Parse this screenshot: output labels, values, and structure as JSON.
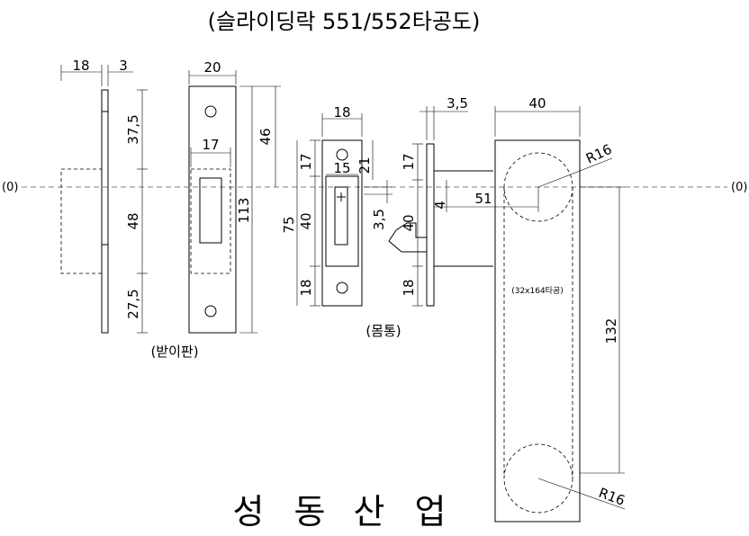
{
  "title": "(슬라이딩락 551/552타공도)",
  "company": [
    "성",
    "동",
    "산",
    "업"
  ],
  "center_label": "(0)",
  "captions": {
    "strike_plate": "(받이판)",
    "mortise_body": "(몸통)",
    "cutout": "(32x164타공)"
  },
  "dims": {
    "strike_side_width": "18",
    "strike_side_thick": "3",
    "strike_side_top": "37,5",
    "strike_side_mid": "48",
    "strike_side_bottom": "27,5",
    "strike_front_width": "20",
    "strike_front_opening": "17",
    "strike_front_upper": "46",
    "strike_front_total": "113",
    "body_width": "18",
    "body_inner": "15",
    "body_upper": "17",
    "body_upper2": "21",
    "body_height": "40",
    "body_total": "75",
    "body_bottom": "18",
    "body_offset": "3,5",
    "hook_upper": "17",
    "hook_height": "40",
    "hook_bottom": "18",
    "hook_plate": "3,5",
    "hook_gap": "4",
    "handle_backset": "51",
    "handle_width": "40",
    "handle_centers": "132",
    "radius_top": "R16",
    "radius_bottom": "R16"
  }
}
